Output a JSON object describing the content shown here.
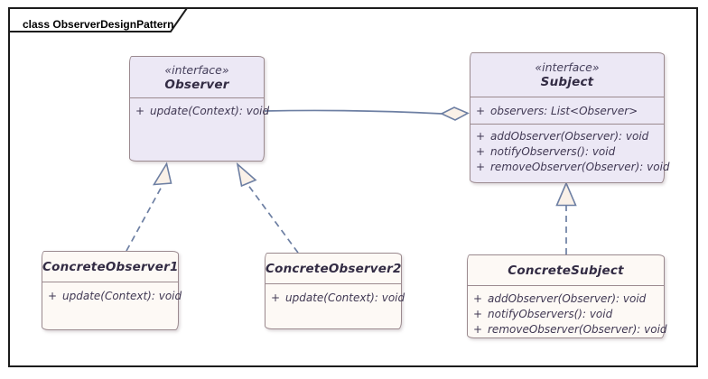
{
  "frame": {
    "title": "class ObserverDesignPattern"
  },
  "diagram_type": "uml-class-diagram",
  "colors": {
    "interface_fill": "#ece8f5",
    "concrete_fill": "#fdf9f5",
    "box_border": "#9b8a8f",
    "connector": "#6d7fa3",
    "arrowhead_fill": "#faf1e8",
    "frame_border": "#1c1c1c",
    "text": "#3d3550"
  },
  "classes": {
    "observer": {
      "stereotype": "«interface»",
      "name": "Observer",
      "methods": [
        {
          "vis": "+",
          "sig": "update(Context): void"
        }
      ]
    },
    "subject": {
      "stereotype": "«interface»",
      "name": "Subject",
      "attributes": [
        {
          "vis": "+",
          "sig": "observers: List<Observer>"
        }
      ],
      "methods": [
        {
          "vis": "+",
          "sig": "addObserver(Observer): void"
        },
        {
          "vis": "+",
          "sig": "notifyObservers(): void"
        },
        {
          "vis": "+",
          "sig": "removeObserver(Observer): void"
        }
      ]
    },
    "concrete_observer1": {
      "name": "ConcreteObserver1",
      "methods": [
        {
          "vis": "+",
          "sig": "update(Context): void"
        }
      ]
    },
    "concrete_observer2": {
      "name": "ConcreteObserver2",
      "methods": [
        {
          "vis": "+",
          "sig": "update(Context): void"
        }
      ]
    },
    "concrete_subject": {
      "name": "ConcreteSubject",
      "methods": [
        {
          "vis": "+",
          "sig": "addObserver(Observer): void"
        },
        {
          "vis": "+",
          "sig": "notifyObservers(): void"
        },
        {
          "vis": "+",
          "sig": "removeObserver(Observer): void"
        }
      ]
    }
  },
  "relationships": [
    {
      "type": "aggregation",
      "owner": "Subject",
      "part": "Observer"
    },
    {
      "type": "realization",
      "from": "ConcreteObserver1",
      "to": "Observer"
    },
    {
      "type": "realization",
      "from": "ConcreteObserver2",
      "to": "Observer"
    },
    {
      "type": "realization",
      "from": "ConcreteSubject",
      "to": "Subject"
    }
  ]
}
